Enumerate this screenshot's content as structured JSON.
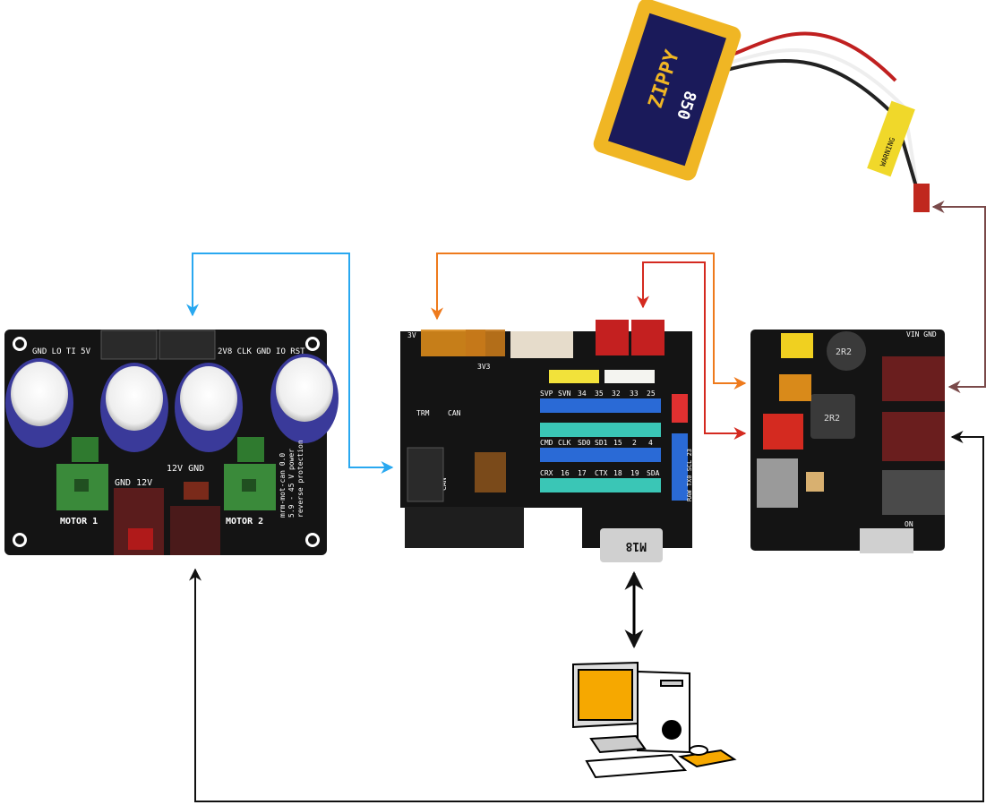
{
  "motor_board": {
    "top_left_pins": "GND LO TI 5V",
    "top_right_pins": "2V8 CLK GND IO RST",
    "motor1_label": "MOTOR 1",
    "motor2_label": "MOTOR 2",
    "power_in_label": "GND 12V",
    "power_out_label": "12V GND",
    "board_name": "mrm-mot-can 0.0",
    "board_voltage": "5.9 - 45 V power",
    "board_note": "reverse protection"
  },
  "controller_board": {
    "label_3v": "3V",
    "label_3v3": "3V3",
    "label_trm": "TRM",
    "label_can": "CAN",
    "label_can_port": "CAN",
    "pin_row1": [
      "SVP",
      "SVN",
      "34",
      "35",
      "32",
      "33",
      "25"
    ],
    "pin_row3": [
      "CMD",
      "CLK",
      "SD0",
      "SD1",
      "15",
      "2",
      "4"
    ],
    "pin_row4": [
      "CRX",
      "16",
      "17",
      "CTX",
      "18",
      "19",
      "SDA"
    ],
    "side_pins": "RAW TX0 SCL 23",
    "usb_label": "M18"
  },
  "power_board": {
    "label_vin_gnd": "VIN GND",
    "inductor1": "2R2",
    "inductor2": "2R2",
    "switch_label": "ON"
  },
  "battery": {
    "brand": "ZIPPY",
    "capacity": "850",
    "warning": "WARNING"
  },
  "arrow_colors": {
    "can_bus": "#29a8f0",
    "supply_3v3": "#ee7a1c",
    "supply_5v": "#d42a20",
    "battery": "#7a4a4a",
    "motor_power": "#111111",
    "usb": "#000000"
  }
}
